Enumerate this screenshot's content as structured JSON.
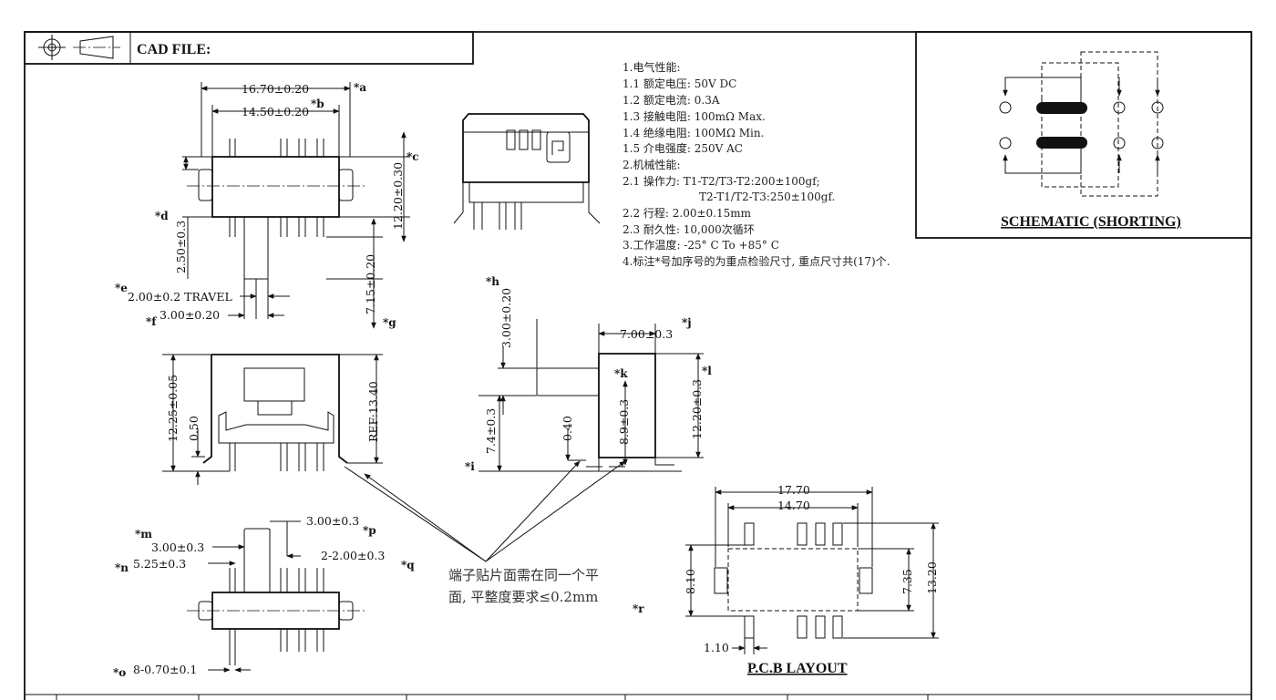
{
  "title_block": {
    "cad_label": "CAD FILE:"
  },
  "specs": [
    "1.电气性能:",
    "1.1 额定电压: 50V DC",
    "1.2 额定电流: 0.3A",
    "1.3 接触电阻: 100mΩ Max.",
    "1.4 绝缘电阻: 100MΩ Min.",
    "1.5 介电强度: 250V AC",
    "2.机械性能:",
    "2.1 操作力: T1-T2/T3-T2:200±100gf;",
    "T2-T1/T2-T3:250±100gf.",
    "2.2 行程: 2.00±0.15mm",
    "2.3 耐久性: 10,000次循环",
    "3.工作温度: -25° C To +85° C",
    "4.标注*号加序号的为重点检验尺寸, 重点尺寸共(17)个."
  ],
  "schematic_title": "SCHEMATIC (SHORTING)",
  "pcb_title": "P.C.B LAYOUT",
  "note": [
    "端子贴片面需在同一个平",
    "面, 平整度要求≤0.2mm"
  ],
  "dims": {
    "a": "16.70±0.20",
    "b": "14.50±0.20",
    "c": "12.20±0.30",
    "d": "2.50±0.3",
    "e": "2.00±0.2 TRAVEL",
    "f": "3.00±0.20",
    "g": "7.15±0.20",
    "h": "3.00±0.20",
    "i": "7.4±0.3",
    "j": "7.00±0.3",
    "k": "8.9±0.3",
    "l": "12.20±0.3",
    "m": "3.00±0.3",
    "n": "5.25±0.3",
    "o": "8-0.70±0.1",
    "p": "3.00±0.3",
    "q": "2-2.00±0.3",
    "front_h": "12.25±0.05",
    "front_off": "0.50",
    "front_ref": "REF:13.40",
    "side_040": "0.40",
    "pcb_w1": "17.70",
    "pcb_w2": "14.70",
    "pcb_h1": "13.20",
    "pcb_h2": "7.35",
    "pcb_h3": "8.10",
    "pcb_pad": "1.10"
  },
  "markers": {
    "a": "*a",
    "b": "*b",
    "c": "*c",
    "d": "*d",
    "e": "*e",
    "f": "*f",
    "g": "*g",
    "h": "*h",
    "i": "*i",
    "j": "*j",
    "k": "*k",
    "l": "*l",
    "m": "*m",
    "n": "*n",
    "o": "*o",
    "p": "*p",
    "q": "*q",
    "r": "*r"
  }
}
